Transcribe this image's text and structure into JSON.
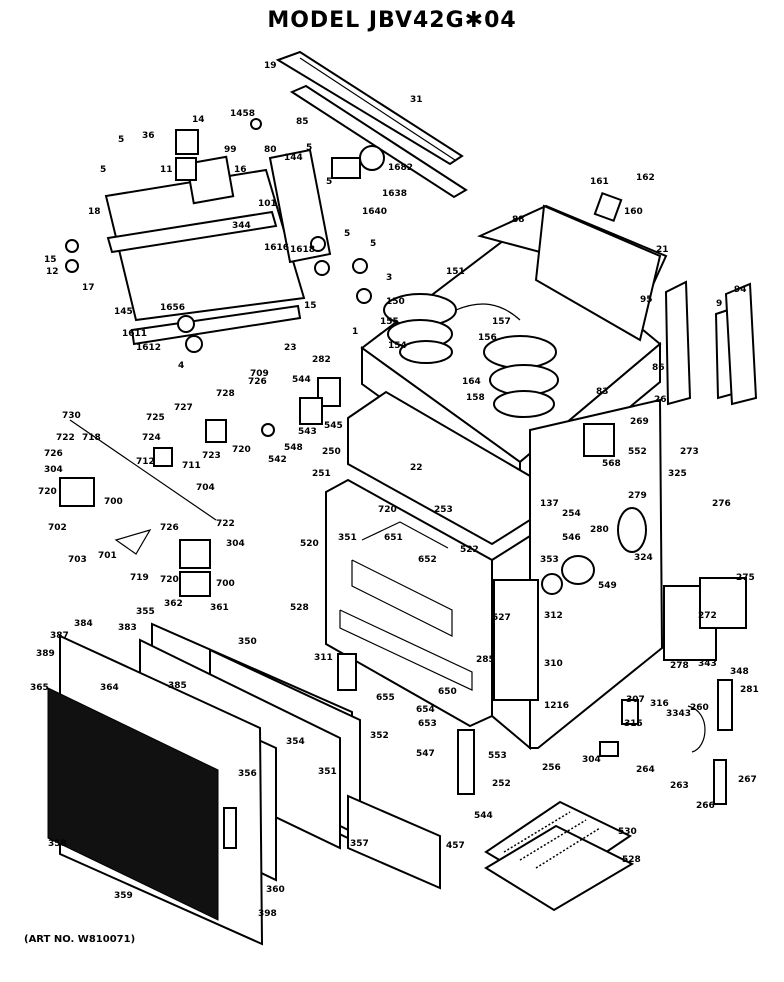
{
  "title": "MODEL JBV42G✱04",
  "art_no": "(ART NO. W810071)",
  "part_labels": {
    "l19": "19",
    "l31": "31",
    "l85": "85",
    "l14": "14",
    "l1458": "1458",
    "l5a": "5",
    "l36": "36",
    "l99": "99",
    "l11": "11",
    "l16": "16",
    "l80": "80",
    "l144": "144",
    "l5b": "5",
    "l1682": "1682",
    "l5c": "5",
    "l1638": "1638",
    "l1640": "1640",
    "l161": "161",
    "l162": "162",
    "l160": "160",
    "l5d": "5",
    "l18": "18",
    "l101": "101",
    "l344a": "344",
    "l1616": "1616",
    "l1618": "1618",
    "l88": "88",
    "l21": "21",
    "l5e": "5",
    "l5f": "5",
    "l15a": "15",
    "l12": "12",
    "l3": "3",
    "l151": "151",
    "l95": "95",
    "l9": "9",
    "l94": "94",
    "l17": "17",
    "l145": "145",
    "l1656": "1656",
    "l15b": "15",
    "l150": "150",
    "l157": "157",
    "l1611": "1611",
    "l1612": "1612",
    "l23": "23",
    "l155": "155",
    "l154": "154",
    "l156": "156",
    "l1": "1",
    "l4": "4",
    "l282": "282",
    "l164": "164",
    "l86": "86",
    "l158": "158",
    "l728": "728",
    "l726a": "726",
    "l709": "709",
    "l544": "544",
    "l83": "83",
    "l26": "26",
    "l730": "730",
    "l725": "725",
    "l727": "727",
    "l722a": "722",
    "l718": "718",
    "l724": "724",
    "l543": "543",
    "l545": "545",
    "l269": "269",
    "l726b": "726",
    "l712": "712",
    "l711": "711",
    "l723": "723",
    "l720a": "720",
    "l548": "548",
    "l542": "542",
    "l250": "250",
    "l22": "22",
    "l273": "273",
    "l304a": "304",
    "l720b": "720",
    "l704": "704",
    "l700a": "700",
    "l251": "251",
    "l568": "568",
    "l552": "552",
    "l325": "325",
    "l720c": "720",
    "l253": "253",
    "l137": "137",
    "l254": "254",
    "l279": "279",
    "l276": "276",
    "l726c": "726",
    "l722b": "722",
    "l702": "702",
    "l703": "703",
    "l701": "701",
    "l304b": "304",
    "l520": "520",
    "l351": "351",
    "l651": "651",
    "l652": "652",
    "l522": "522",
    "l280": "280",
    "l546": "546",
    "l719": "719",
    "l720d": "720",
    "l700b": "700",
    "l353": "353",
    "l549": "549",
    "l324": "324",
    "l275": "275",
    "l362": "362",
    "l361": "361",
    "l528": "528",
    "l527": "527",
    "l312": "312",
    "l272": "272",
    "l384": "384",
    "l355": "355",
    "l383": "383",
    "l350": "350",
    "l387": "387",
    "l389": "389",
    "l311": "311",
    "l278": "278",
    "l343": "343",
    "l348": "348",
    "l365": "365",
    "l364": "364",
    "l385": "385",
    "l310": "310",
    "l285": "285",
    "l655": "655",
    "l650": "650",
    "l654": "654",
    "l653": "653",
    "l1216": "1216",
    "l281": "281",
    "l307": "307",
    "l316": "316",
    "l3343": "3343",
    "l260": "260",
    "l354": "354",
    "l352": "352",
    "l315": "315",
    "l547": "547",
    "l553": "553",
    "l304c": "304",
    "l264": "264",
    "l356": "356",
    "l351b": "351",
    "l252": "252",
    "l256": "256",
    "l263": "263",
    "l267": "267",
    "l266": "266",
    "l358": "358",
    "l357": "357",
    "l544b": "544",
    "l457": "457",
    "l530": "530",
    "l528b": "528",
    "l359": "359",
    "l360": "360",
    "l398": "398"
  }
}
